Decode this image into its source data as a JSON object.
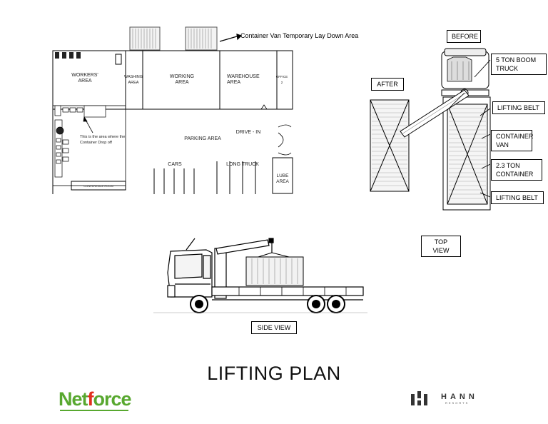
{
  "title": "LIFTING PLAN",
  "labels": {
    "container_van_area": "Container Van Temporary Lay Down Area",
    "before": "BEFORE",
    "after": "AFTER",
    "boom_truck": "5 TON BOOM\nTRUCK",
    "lifting_belt_top": "LIFTING BELT",
    "container_van": "CONTAINER\nVAN",
    "container_weight": "2.3 TON\nCONTAINER",
    "lifting_belt_bottom": "LIFTING BELT",
    "top_view": "TOP VIEW",
    "side_view": "SIDE VIEW"
  },
  "site_map": {
    "workers_area": "WORKERS'\nAREA",
    "washing_area": "WASHING\nAREA",
    "working_area": "WORKING\nAREA",
    "warehouse_area": "WAREHOUSE\nAREA",
    "office": "OFFICE\n2",
    "drop_off_note": "This is the area where the\nContainer Drop off",
    "drive_in": "DRIVE - IN",
    "parking_area": "PARKING AREA",
    "cars": "CARS",
    "long_truck": "LONG TRUCK",
    "lube_area": "LUBE\nAREA",
    "conference": "CONFERENCE ROOM"
  },
  "logos": {
    "netforce_a": "Net",
    "netforce_b": "f",
    "netforce_c": "orce",
    "hann": "HANN",
    "hann_sub": "RESORTS"
  },
  "colors": {
    "netforce_green": "#58a82f",
    "netforce_red": "#e0301e",
    "line": "#000000"
  }
}
